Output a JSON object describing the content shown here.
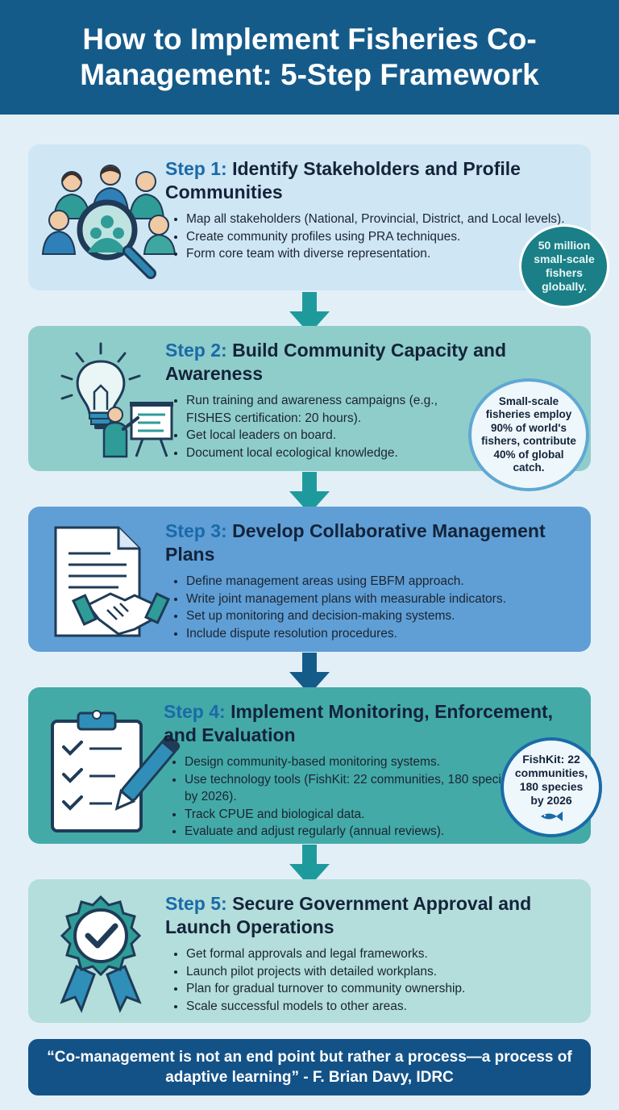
{
  "header": {
    "title": "How to Implement Fisheries Co-Management: 5-Step Framework"
  },
  "steps": [
    {
      "num": "Step 1:",
      "title": "Identify Stakeholders and Profile Communities",
      "bullets": [
        "Map all stakeholders (National, Provincial, District, and Local levels).",
        "Create community profiles using PRA techniques.",
        "Form core team with diverse representation."
      ],
      "icon": "stakeholders-magnifier-icon"
    },
    {
      "num": "Step 2:",
      "title": "Build Community Capacity and Awareness",
      "bullets": [
        "Run training and awareness campaigns (e.g., FISHES certification: 20 hours).",
        "Get local leaders on board.",
        "Document local ecological knowledge."
      ],
      "icon": "lightbulb-presenter-icon"
    },
    {
      "num": "Step 3:",
      "title": "Develop Collaborative Management Plans",
      "bullets": [
        "Define management areas using EBFM approach.",
        "Write joint management plans with measurable indicators.",
        "Set up monitoring and decision-making systems.",
        "Include dispute resolution procedures."
      ],
      "icon": "document-handshake-icon"
    },
    {
      "num": "Step 4:",
      "title": "Implement Monitoring, Enforcement, and Evaluation",
      "bullets": [
        "Design community-based monitoring systems.",
        "Use technology tools (FishKit: 22 communities, 180 species by 2026).",
        "Track CPUE and biological data.",
        "Evaluate and adjust regularly (annual reviews)."
      ],
      "icon": "clipboard-checklist-icon"
    },
    {
      "num": "Step 5:",
      "title": "Secure Government Approval and Launch Operations",
      "bullets": [
        "Get formal approvals and legal frameworks.",
        "Launch pilot projects with detailed workplans.",
        "Plan for gradual turnover to community ownership.",
        "Scale successful models to other areas."
      ],
      "icon": "approval-rosette-icon"
    }
  ],
  "badges": {
    "b1": "50 million small-scale fishers globally.",
    "b2": "Small-scale fisheries employ 90% of world's fishers, contribute 40% of global catch.",
    "b4": "FishKit: 22 communities, 180 species by 2026"
  },
  "footer": {
    "quote": "“Co-management is not an end point but rather a process—a process of adaptive learning” - F. Brian Davy, IDRC"
  },
  "colors": {
    "header": "#155b8a",
    "card1": "#cfe6f5",
    "card2": "#8fcdcb",
    "card3": "#5f9fd6",
    "card4": "#43aaa8",
    "card5": "#b3dedb",
    "teal_dark": "#1a7f86",
    "navy": "#155b8a"
  }
}
